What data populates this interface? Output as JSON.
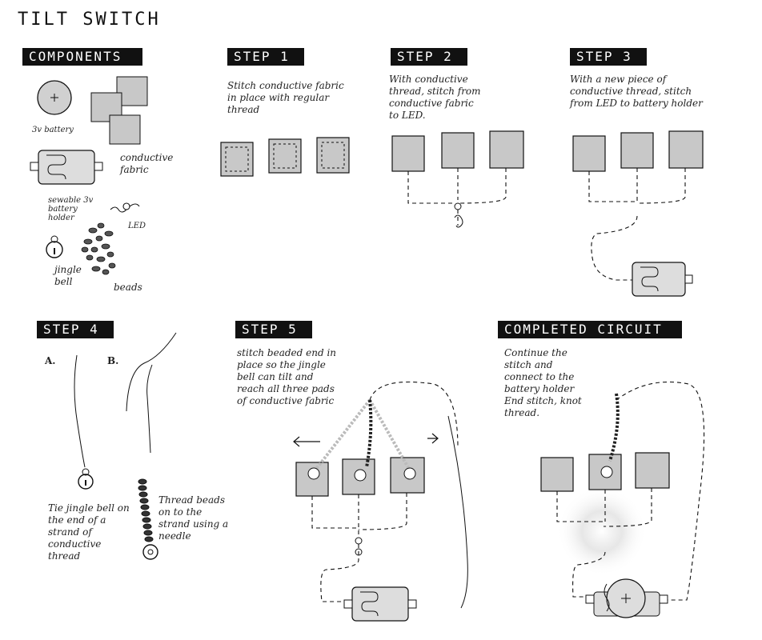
{
  "title": "TILT SWITCH",
  "sections": {
    "components": "COMPONENTS",
    "step1": "STEP 1",
    "step2": "STEP 2",
    "step3": "STEP 3",
    "step4": "STEP 4",
    "step5": "STEP 5",
    "completed": "COMPLETED CIRCUIT"
  },
  "components": {
    "battery": "3v battery",
    "fabric": "conductive fabric",
    "holder": "sewable 3v battery holder",
    "led": "LED",
    "bell": "jingle bell",
    "beads": "beads"
  },
  "step1_text": "Stitch conductive fabric in place with regular thread",
  "step2_text": "With conductive thread, stitch from conductive fabric to LED.",
  "step3_text": "With a new piece of conductive thread, stitch from LED to battery holder",
  "step4": {
    "a": "A.",
    "b": "B.",
    "tie": "Tie jingle bell on the end of a strand of conductive thread",
    "thread": "Thread beads on to the strand using a needle"
  },
  "step5_text": "stitch beaded end in place so the jingle bell can tilt and reach all three pads of conductive fabric",
  "completed_text": "Continue the stitch and connect to the battery holder End stitch, knot thread."
}
